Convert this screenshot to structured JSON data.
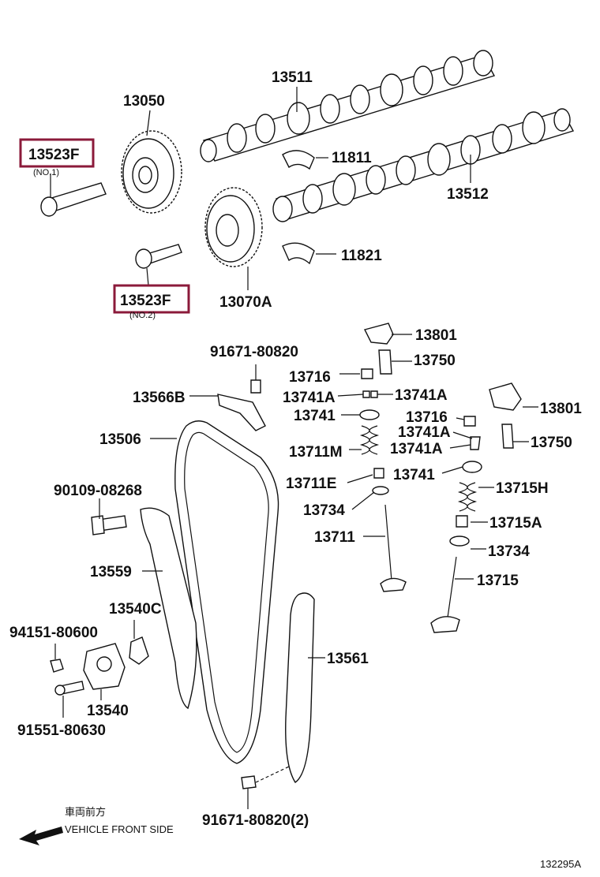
{
  "labels": {
    "l13511": "13511",
    "l13050": "13050",
    "l13523F_1": "13523F",
    "l13523F_1_sub": "(NO.1)",
    "l11811": "11811",
    "l13512": "13512",
    "l11821": "11821",
    "l13523F_2": "13523F",
    "l13523F_2_sub": "(NO.2)",
    "l13070A": "13070A",
    "l91671_top": "91671-80820",
    "l13801_a": "13801",
    "l13716_a": "13716",
    "l13750_a": "13750",
    "l13566B": "13566B",
    "l13741A_a": "13741A",
    "l13741A_b": "13741A",
    "l13741_a": "13741",
    "l13716_b": "13716",
    "l13801_b": "13801",
    "l13506": "13506",
    "l13741A_c": "13741A",
    "l13711M": "13711M",
    "l13741A_d": "13741A",
    "l13750_b": "13750",
    "l90109": "90109-08268",
    "l13711E": "13711E",
    "l13741_b": "13741",
    "l13715H": "13715H",
    "l13734_a": "13734",
    "l13715A": "13715A",
    "l13711": "13711",
    "l13734_b": "13734",
    "l13559": "13559",
    "l13715": "13715",
    "l13540C": "13540C",
    "l94151": "94151-80600",
    "l13561": "13561",
    "l13540": "13540",
    "l91551": "91551-80630",
    "l91671_bot": "91671-80820(2)"
  },
  "direction": {
    "japanese": "車両前方",
    "english": "VEHICLE FRONT SIDE"
  },
  "figure_id": "132295A",
  "colors": {
    "highlight": "#8b1a3a",
    "ink": "#111111"
  }
}
